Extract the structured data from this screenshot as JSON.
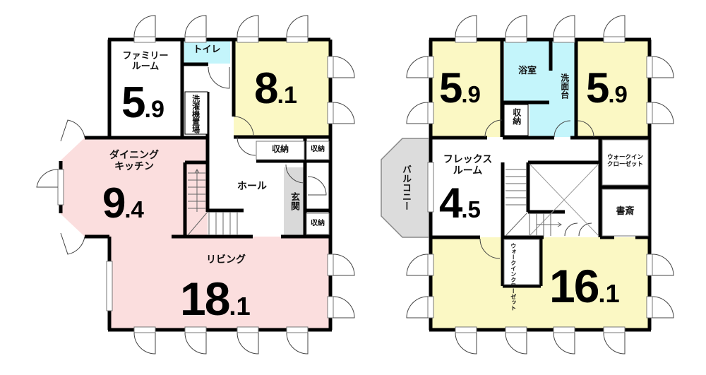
{
  "colors": {
    "bedroom_yellow": "#fbf8c4",
    "living_pink": "#fbdede",
    "wet_cyan": "#c4f5fb",
    "entrance_gray": "#d9d9d9",
    "balcony_gray": "#dcdcdc",
    "wall": "#000000"
  },
  "floor1": {
    "family_room": {
      "label": "ファミリールーム",
      "label_line1": "ファミリー",
      "label_line2": "ルーム",
      "size_int": "5",
      "size_dec": ".9"
    },
    "toilet": {
      "label": "トイレ"
    },
    "room_8": {
      "size_int": "8",
      "size_dec": ".1"
    },
    "laundry": {
      "label": "洗濯機置場"
    },
    "storage_a": {
      "label": "収納"
    },
    "storage_b": {
      "label": "収納"
    },
    "storage_c": {
      "label": "収納"
    },
    "dining_kitchen": {
      "label_line1": "ダイニング",
      "label_line2": "キッチン",
      "size_int": "9",
      "size_dec": ".4"
    },
    "hall": {
      "label": "ホール"
    },
    "entrance": {
      "label": "玄関"
    },
    "living": {
      "label": "リビング",
      "size_int": "18",
      "size_dec": ".1"
    }
  },
  "floor2": {
    "room_west": {
      "size_int": "5",
      "size_dec": ".9"
    },
    "bath": {
      "label": "浴室"
    },
    "washbasin": {
      "label": "洗面台"
    },
    "storage": {
      "label": "収納"
    },
    "room_east": {
      "size_int": "5",
      "size_dec": ".9"
    },
    "balcony": {
      "label": "バルコニー"
    },
    "flex_room": {
      "label_line1": "フレックス",
      "label_line2": "ルーム",
      "size_int": "4",
      "size_dec": ".5"
    },
    "walk_in_closet_east": {
      "label_line1": "ウォークイン",
      "label_line2": "クローゼット"
    },
    "study": {
      "label": "書斎"
    },
    "walk_in_closet_south": {
      "label": "ウォークインクローゼット"
    },
    "master": {
      "size_int": "16",
      "size_dec": ".1"
    }
  }
}
